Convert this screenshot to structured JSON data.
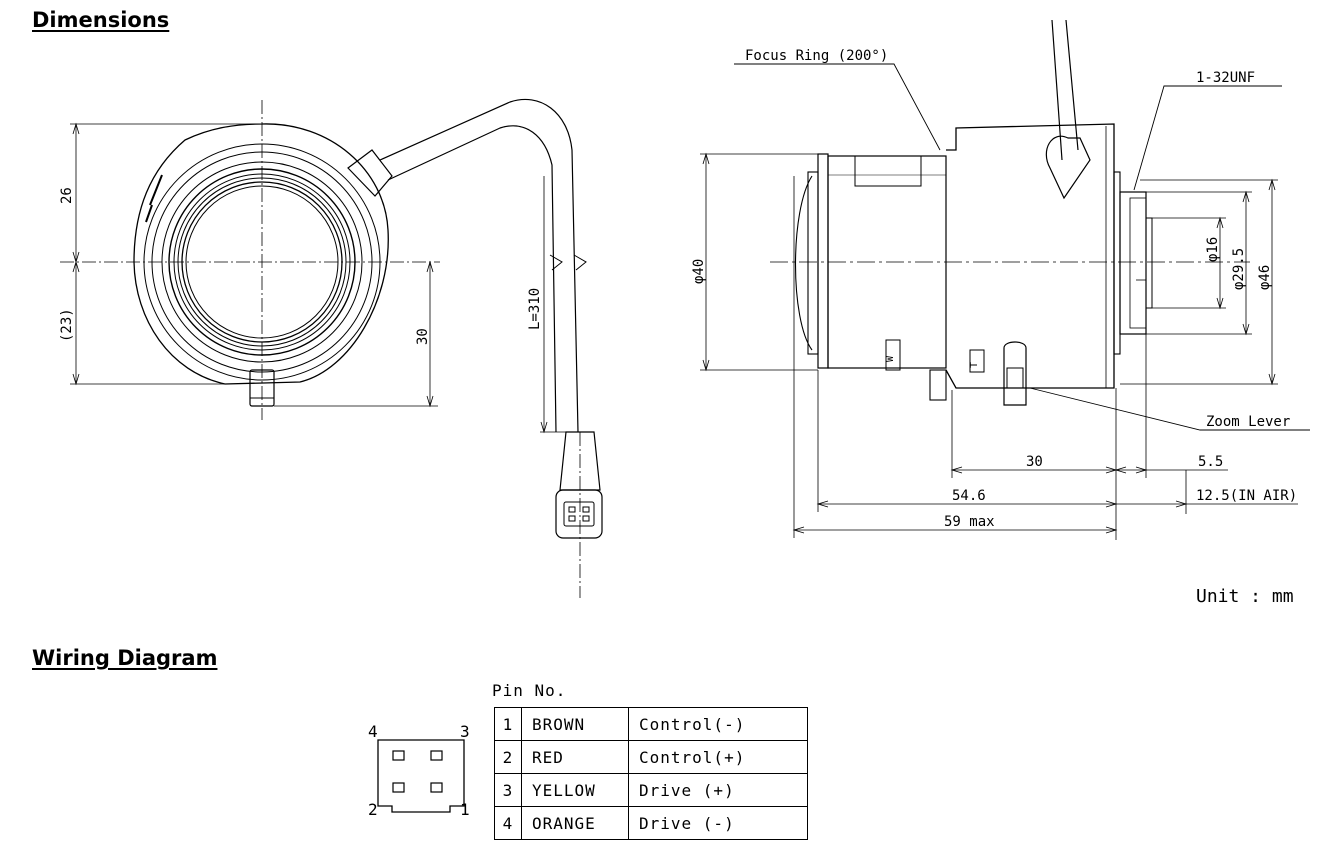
{
  "sections": {
    "dimensions_title": "Dimensions",
    "wiring_title": "Wiring Diagram"
  },
  "front_view": {
    "dim_top": "26",
    "dim_bottom": "(23)",
    "dim_lever": "30",
    "cable_length": "L=310"
  },
  "side_view": {
    "focus_ring": "Focus Ring (200°)",
    "mount": "1-32UNF",
    "zoom_lever": "Zoom Lever",
    "diam_40": "φ40",
    "diam_16": "φ16",
    "diam_29_5": "φ29.5",
    "diam_46": "φ46",
    "len_30": "30",
    "len_5_5": "5.5",
    "len_54_6": "54.6",
    "len_12_5": "12.5(IN AIR)",
    "len_59": "59 max",
    "mark_w": "W",
    "mark_t": "T"
  },
  "unit": "Unit : mm",
  "wiring": {
    "pin_header": "Pin No.",
    "connector_pins": [
      "4",
      "3",
      "2",
      "1"
    ],
    "rows": [
      {
        "pin": "1",
        "color": "BROWN",
        "function": "Control(-)"
      },
      {
        "pin": "2",
        "color": "RED",
        "function": "Control(+)"
      },
      {
        "pin": "3",
        "color": "YELLOW",
        "function": "Drive (+)"
      },
      {
        "pin": "4",
        "color": "ORANGE",
        "function": "Drive (-)"
      }
    ]
  }
}
